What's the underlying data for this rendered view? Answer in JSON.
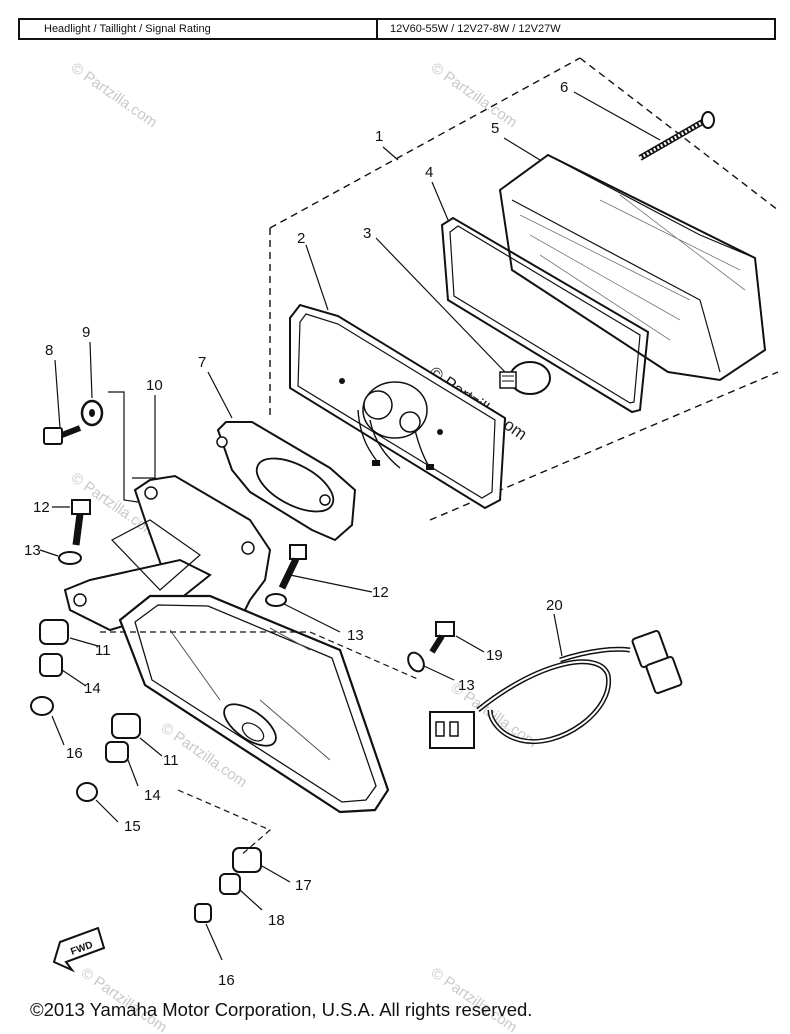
{
  "spec_table": {
    "label": "Headlight / Taillight / Signal Rating",
    "value": "12V60-55W / 12V27-8W / 12V27W"
  },
  "callouts": [
    "1",
    "2",
    "3",
    "4",
    "5",
    "6",
    "7",
    "8",
    "9",
    "10",
    "11",
    "11",
    "12",
    "12",
    "13",
    "13",
    "13",
    "14",
    "14",
    "15",
    "16",
    "16",
    "17",
    "18",
    "19",
    "20"
  ],
  "fwd_label": "FWD",
  "watermark": "© Partzilla.com",
  "copyright": "©2013 Yamaha Motor Corporation, U.S.A. All rights reserved."
}
